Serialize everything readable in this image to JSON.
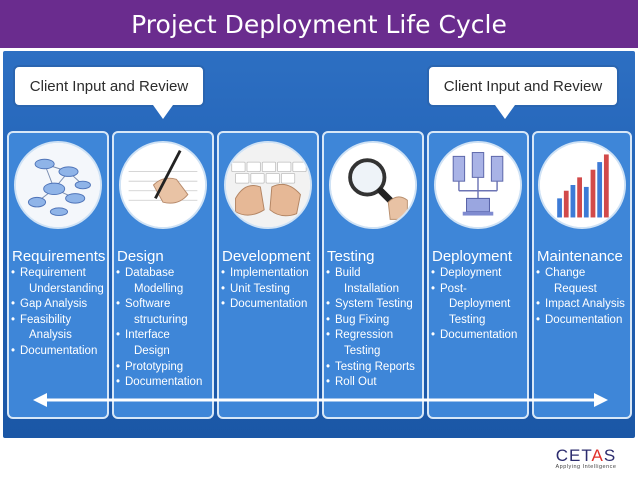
{
  "title": "Project Deployment Life Cycle",
  "client_review": [
    "Client Input and Review",
    "Client Input and Review"
  ],
  "phases": [
    {
      "title": "Requirements",
      "icon": "diagram-icon",
      "items": [
        "Requirement",
        "  Understanding",
        "Gap Analysis",
        "Feasibility",
        "  Analysis",
        "Documentation"
      ]
    },
    {
      "title": "Design",
      "icon": "pen-writing-icon",
      "items": [
        "Database",
        "  Modelling",
        "Software",
        "  structuring",
        "Interface",
        "  Design",
        "Prototyping",
        "Documentation"
      ]
    },
    {
      "title": "Development",
      "icon": "keyboard-typing-icon",
      "items": [
        "Implementation",
        "Unit Testing",
        "Documentation"
      ]
    },
    {
      "title": "Testing",
      "icon": "magnifier-icon",
      "items": [
        "Build",
        "  Installation",
        "System Testing",
        "Bug Fixing",
        "Regression",
        "  Testing",
        "Testing Reports",
        "Roll Out"
      ]
    },
    {
      "title": "Deployment",
      "icon": "network-servers-icon",
      "items": [
        "Deployment",
        "Post-",
        "  Deployment",
        "  Testing",
        "Documentation"
      ]
    },
    {
      "title": "Maintenance",
      "icon": "bar-chart-icon",
      "items": [
        "Change",
        "  Request",
        "Impact Analysis",
        "Documentation"
      ]
    }
  ],
  "logo": {
    "main": "CET",
    "accent": "A",
    "end": "S",
    "tagline": "Applying  Intelligence"
  },
  "colors": {
    "title_bar": "#6a2c8e",
    "board": "#1f5fb3",
    "panel": "#3e86d8",
    "logo_accent": "#e0312b"
  }
}
